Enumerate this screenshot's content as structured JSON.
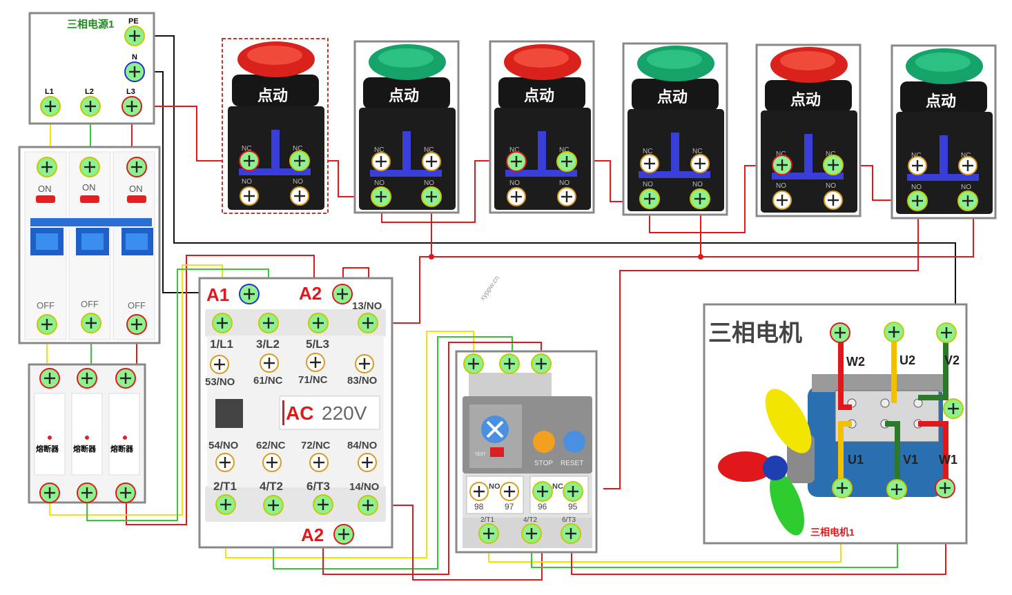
{
  "power_source": {
    "title": "三相电源1",
    "terminals": [
      "PE",
      "N",
      "L1",
      "L2",
      "L3"
    ]
  },
  "breaker": {
    "on_label": "ON",
    "off_label": "OFF"
  },
  "fuse_block": {
    "label": "熔断器"
  },
  "push_buttons": {
    "label": "点动",
    "nc_label": "NC",
    "no_label": "NO",
    "colors": [
      "red",
      "green",
      "red",
      "green",
      "red",
      "green"
    ]
  },
  "contactor": {
    "coil_a1": "A1",
    "coil_a2": "A2",
    "top_terminals": [
      "1/L1",
      "3/L2",
      "5/L3",
      "13/NO"
    ],
    "aux_top": [
      "53/NO",
      "61/NC",
      "71/NC",
      "83/NO"
    ],
    "rating": "AC",
    "voltage": "220V",
    "aux_bottom": [
      "54/NO",
      "62/NC",
      "72/NC",
      "84/NO"
    ],
    "bottom_terminals": [
      "2/T1",
      "4/T2",
      "6/T3",
      "14/NO"
    ],
    "coil_a2_bottom": "A2"
  },
  "thermal_relay": {
    "test_label": "TEST",
    "stop_label": "STOP",
    "reset_label": "RESET",
    "no_label": "NO",
    "nc_label": "NC",
    "contacts": [
      "98",
      "97",
      "96",
      "95"
    ],
    "outputs": [
      "2/T1",
      "4/T2",
      "6/T3"
    ]
  },
  "motor": {
    "title": "三相电机",
    "caption": "三相电机1",
    "top_terminals": [
      "W2",
      "U2",
      "V2"
    ],
    "bottom_terminals": [
      "U1",
      "V1",
      "W1"
    ]
  },
  "watermark": "xyppw.cn",
  "colors": {
    "phase_yellow": "#f2e600",
    "phase_green": "#2ecc2e",
    "phase_red": "#e0181b",
    "neutral_black": "#111111",
    "terminal_fill": "#8ef08e",
    "button_red": "#d9221c",
    "button_green": "#15a36a",
    "contact_bar": "#3a3ed8"
  }
}
